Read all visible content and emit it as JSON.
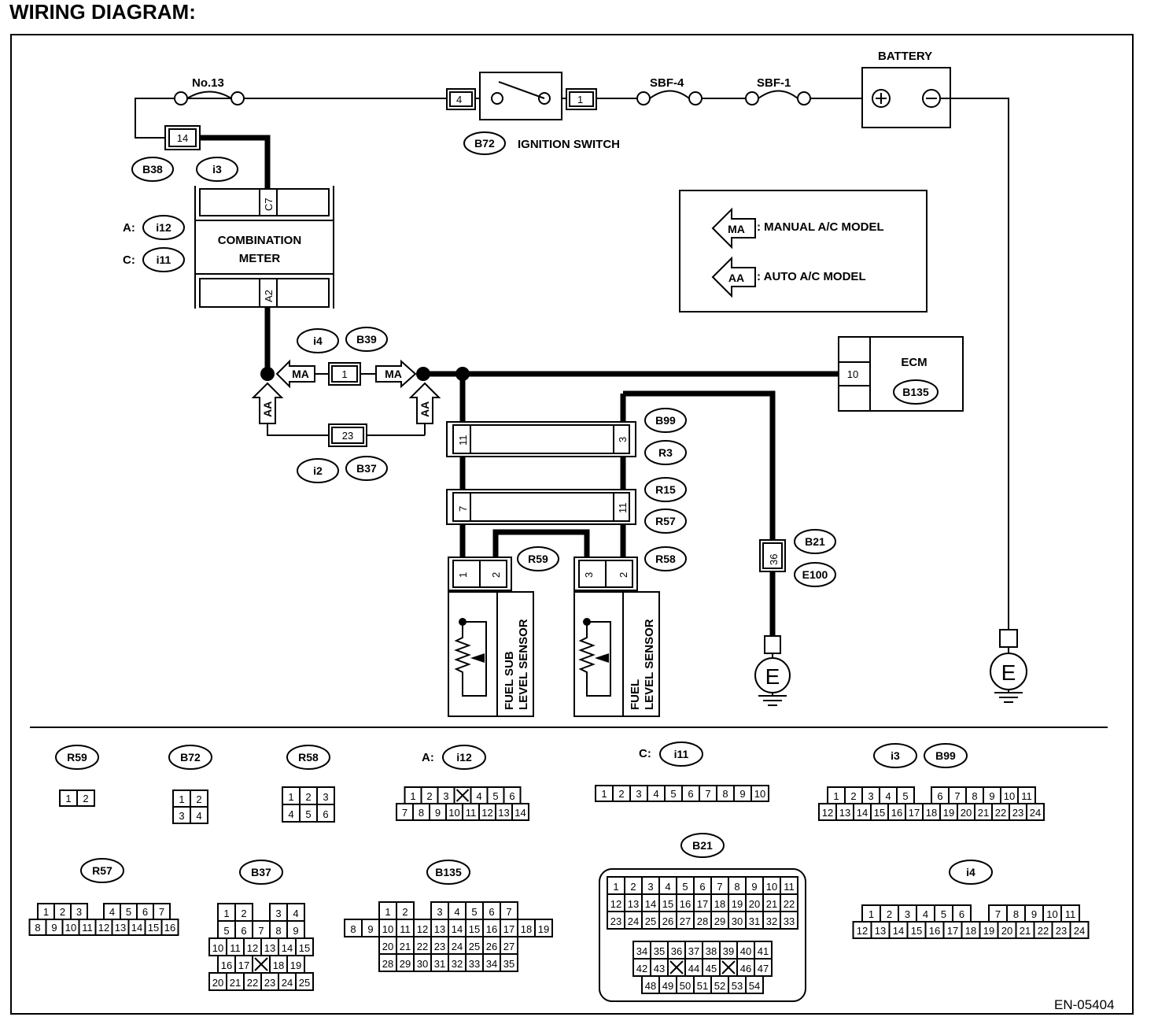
{
  "title": "WIRING DIAGRAM:",
  "figure_code": "EN-05404",
  "labels": {
    "fuse_no13": "No.13",
    "sbf4": "SBF-4",
    "sbf1": "SBF-1",
    "battery": "BATTERY",
    "ignition_switch": "IGNITION SWITCH",
    "combination_meter_line1": "COMBINATION",
    "combination_meter_line2": "METER",
    "ecm": "ECM",
    "prefix_a": "A:",
    "prefix_c": "C:",
    "fuel_sub_line1": "FUEL SUB",
    "fuel_sub_line2": "LEVEL SENSOR",
    "fuel_level_line1": "FUEL",
    "fuel_level_line2": "LEVEL SENSOR",
    "ground": "E",
    "ma": "MA",
    "aa": "AA"
  },
  "legend": {
    "ma_text": ": MANUAL  A/C MODEL",
    "aa_text": ": AUTO A/C MODEL"
  },
  "pins": {
    "p14": "14",
    "p4": "4",
    "p1_ign": "1",
    "c7": "C7",
    "a2": "A2",
    "p1_mid": "1",
    "p23": "23",
    "p10": "10",
    "p11_top": "11",
    "p3": "3",
    "p7": "7",
    "p11_bot": "11",
    "s1": "1",
    "s2": "2",
    "f3": "3",
    "f2": "2",
    "p36": "36"
  },
  "connector_ids": {
    "b38": "B38",
    "i3": "i3",
    "i12": "i12",
    "i11": "i11",
    "b72": "B72",
    "i4": "i4",
    "b39": "B39",
    "i2": "i2",
    "b37": "B37",
    "b135": "B135",
    "b99": "B99",
    "r3": "R3",
    "r15": "R15",
    "r57": "R57",
    "r59": "R59",
    "r58": "R58",
    "b21": "B21",
    "e100": "E100"
  },
  "connector_views": {
    "r59": {
      "id": "R59",
      "rows": [
        [
          "1",
          "2"
        ]
      ]
    },
    "b72": {
      "id": "B72",
      "rows": [
        [
          "1",
          "2"
        ],
        [
          "3",
          "4"
        ]
      ]
    },
    "r58": {
      "id": "R58",
      "rows": [
        [
          "1",
          "2",
          "3"
        ],
        [
          "4",
          "5",
          "6"
        ]
      ]
    },
    "i12": {
      "prefix": "A:",
      "id": "i12",
      "rows": [
        [
          "1",
          "2",
          "3",
          "X",
          "4",
          "5",
          "6"
        ],
        [
          "7",
          "8",
          "9",
          "10",
          "11",
          "12",
          "13",
          "14"
        ]
      ]
    },
    "i11": {
      "prefix": "C:",
      "id": "i11",
      "rows": [
        [
          "1",
          "2",
          "3",
          "4",
          "5",
          "6",
          "7",
          "8",
          "9",
          "10"
        ]
      ]
    },
    "i3b99": {
      "ids": [
        "i3",
        "B99"
      ],
      "rows": [
        [
          "1",
          "2",
          "3",
          "4",
          "5",
          "",
          "6",
          "7",
          "8",
          "9",
          "10",
          "11"
        ],
        [
          "12",
          "13",
          "14",
          "15",
          "16",
          "17",
          "18",
          "19",
          "20",
          "21",
          "22",
          "23",
          "24"
        ]
      ]
    },
    "r57": {
      "id": "R57",
      "rows": [
        [
          "1",
          "2",
          "3",
          "",
          "4",
          "5",
          "6",
          "7"
        ],
        [
          "8",
          "9",
          "10",
          "11",
          "12",
          "13",
          "14",
          "15",
          "16"
        ]
      ]
    },
    "b37": {
      "id": "B37",
      "rows": [
        [
          "1",
          "2",
          "",
          "3",
          "4"
        ],
        [
          "5",
          "6",
          "7",
          "8",
          "9"
        ],
        [
          "10",
          "11",
          "12",
          "13",
          "14",
          "15"
        ],
        [
          "16",
          "17",
          "X",
          "18",
          "19"
        ],
        [
          "20",
          "21",
          "22",
          "23",
          "24",
          "25"
        ]
      ]
    },
    "b135": {
      "id": "B135",
      "rows": [
        [
          "1",
          "2",
          "",
          "3",
          "4",
          "5",
          "6",
          "7"
        ],
        [
          "8",
          "9",
          "10",
          "11",
          "12",
          "13",
          "14",
          "15",
          "16",
          "17",
          "18",
          "19"
        ],
        [
          "20",
          "21",
          "22",
          "23",
          "24",
          "25",
          "26",
          "27"
        ],
        [
          "28",
          "29",
          "30",
          "31",
          "32",
          "33",
          "34",
          "35"
        ]
      ]
    },
    "b21": {
      "id": "B21",
      "rows": [
        [
          "1",
          "2",
          "3",
          "4",
          "5",
          "6",
          "7",
          "8",
          "9",
          "10",
          "11"
        ],
        [
          "12",
          "13",
          "14",
          "15",
          "16",
          "17",
          "18",
          "19",
          "20",
          "21",
          "22"
        ],
        [
          "23",
          "24",
          "25",
          "26",
          "27",
          "28",
          "29",
          "30",
          "31",
          "32",
          "33"
        ],
        [
          "34",
          "35",
          "36",
          "37",
          "38",
          "39",
          "40",
          "41"
        ],
        [
          "42",
          "43",
          "X",
          "44",
          "45",
          "X",
          "46",
          "47"
        ],
        [
          "48",
          "49",
          "50",
          "51",
          "52",
          "53",
          "54"
        ]
      ]
    },
    "i4": {
      "id": "i4",
      "rows": [
        [
          "1",
          "2",
          "3",
          "4",
          "5",
          "6",
          "",
          "7",
          "8",
          "9",
          "10",
          "11"
        ],
        [
          "12",
          "13",
          "14",
          "15",
          "16",
          "17",
          "18",
          "19",
          "20",
          "21",
          "22",
          "23",
          "24"
        ]
      ]
    }
  }
}
